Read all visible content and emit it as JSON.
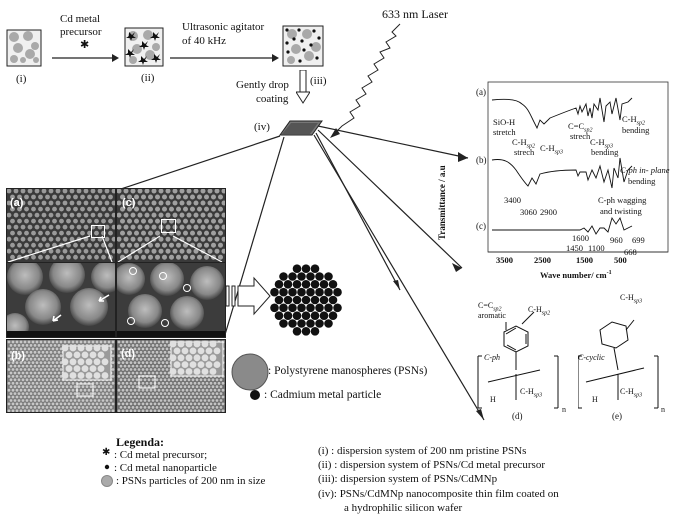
{
  "process": {
    "step_i": "(i)",
    "step_ii": "(ii)",
    "step_iii": "(iii)",
    "step_iv": "(iv)",
    "arrow1_line1": "Cd metal",
    "arrow1_line2": "precursor",
    "arrow2_line1": "Ultrasonic agitator",
    "arrow2_line2": "of 40 kHz",
    "coating_line1": "Gently drop",
    "coating_line2": "coating",
    "laser": "633 nm Laser"
  },
  "sem_panels": {
    "a": "(a)",
    "b": "(b)",
    "c": "(c)",
    "d": "(d)"
  },
  "spheres_legend": {
    "psn": ": Polystyrene manospheres (PSNs)",
    "cd": ": Cadmium metal particle"
  },
  "ftir": {
    "y_label": "Transmittance / a.u",
    "x_label": "Wave number/ cm",
    "x_label_sup": "-1",
    "x_ticks": [
      "3500",
      "2500",
      "1500",
      "500"
    ],
    "trace_a": "(a)",
    "trace_b": "(b)",
    "trace_c": "(c)",
    "ann_sioh": "SiO-H",
    "ann_stretch": "stretch",
    "ann_ch_sp2_a": "C-H",
    "ann_strech": "strech",
    "ann_ch_sp3_a": "C-H",
    "ann_cc_sp2": "C=C",
    "ann_strech2": "strech",
    "ann_ch_sp3_b": "C-H",
    "ann_bending_a": "bending",
    "ann_ch_sp2_r": "C-H",
    "ann_bending_r": "bending",
    "ann_cph_plane": "C-ph in- plane",
    "ann_bending_b": "bending",
    "ann_cph_wag": "C-ph wagging",
    "ann_twisting": "and twisting",
    "peak_3400": "3400",
    "peak_3060": "3060",
    "peak_2900": "2900",
    "peak_1600": "1600",
    "peak_1450": "1450",
    "peak_1100": "1100",
    "peak_960": "960",
    "peak_699": "699",
    "peak_668": "668",
    "sub_sp2": "sp2",
    "sub_sp3": "sp3"
  },
  "structures": {
    "d_cc": "C=C",
    "d_aromatic": "aromatic",
    "d_ch_sp2": "C-H",
    "d_cph": "C-ph",
    "d_ch_sp3": "C-H",
    "d_label": "(d)",
    "e_ch_sp3_top": "C-H",
    "e_ccyclic": "C-cyclic",
    "e_ch_sp3": "C-H",
    "e_label": "(e)",
    "h": "H",
    "n": "n"
  },
  "legend": {
    "title": "Legenda:",
    "item1": ": Cd metal precursor;",
    "item2": ": Cd metal nanoparticle",
    "item3": ": PSNs particles of 200 nm in size"
  },
  "notes": {
    "i": "(i)   : dispersion system of 200 nm pristine PSNs",
    "ii": "(ii) : dispersion system of PSNs/Cd metal precursor",
    "iii": "(iii): dispersion system of  PSNs/CdMNp",
    "iv_1": "(iv): PSNs/CdMNp nanocomposite thin film  coated on",
    "iv_2": "a hydrophilic silicon wafer"
  }
}
